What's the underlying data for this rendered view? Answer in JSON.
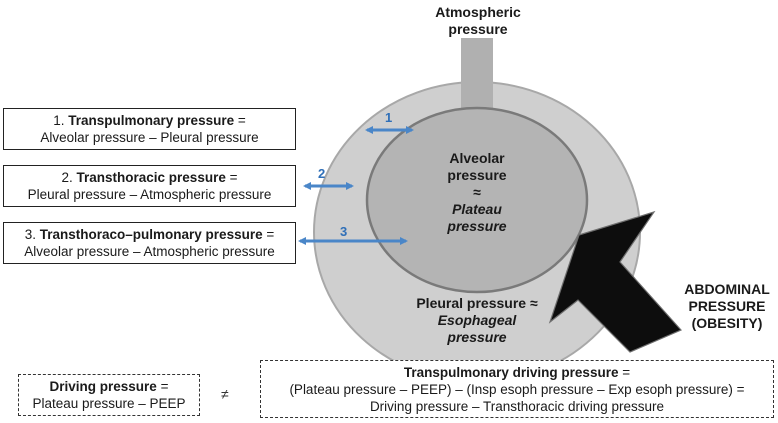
{
  "atmospheric": {
    "line1": "Atmospheric",
    "line2": "pressure"
  },
  "alveolar": {
    "line1": "Alveolar",
    "line2": "pressure",
    "approx": "≈",
    "plateau1": "Plateau",
    "plateau2": "pressure"
  },
  "pleural": {
    "line1": "Pleural pressure ≈",
    "line2": "Esophageal",
    "line3": "pressure"
  },
  "abdominal": {
    "line1": "ABDOMINAL",
    "line2": "PRESSURE",
    "line3": "(OBESITY)"
  },
  "boxes": [
    {
      "prefix": "1. ",
      "title": "Transpulmonary pressure",
      "suffix": " =",
      "formula": "Alveolar pressure – Pleural pressure",
      "arrow_label": "1"
    },
    {
      "prefix": "2. ",
      "title": "Transthoracic pressure",
      "suffix": " =",
      "formula": "Pleural pressure – Atmospheric pressure",
      "arrow_label": "2"
    },
    {
      "prefix": "3. ",
      "title": "Transthoraco–pulmonary pressure",
      "suffix": " =",
      "formula": "Alveolar pressure – Atmospheric pressure",
      "arrow_label": "3"
    }
  ],
  "driving": {
    "title": "Driving pressure",
    "suffix": " =",
    "formula": "Plateau pressure – PEEP"
  },
  "not_equal": "≠",
  "transpulmonary_driving": {
    "title": "Transpulmonary driving pressure",
    "suffix": " =",
    "line2": "(Plateau pressure – PEEP) – (Insp esoph pressure – Exp esoph pressure) =",
    "line3": "Driving pressure – Transthoracic driving pressure"
  },
  "colors": {
    "outer": "#cfcfcf",
    "inner": "#b4b4b4",
    "ring": "#7a7a7a",
    "tube": "#b0b0b0",
    "arrow": "#4a86c8",
    "abdominal_arrow": "#0d0d0d"
  }
}
